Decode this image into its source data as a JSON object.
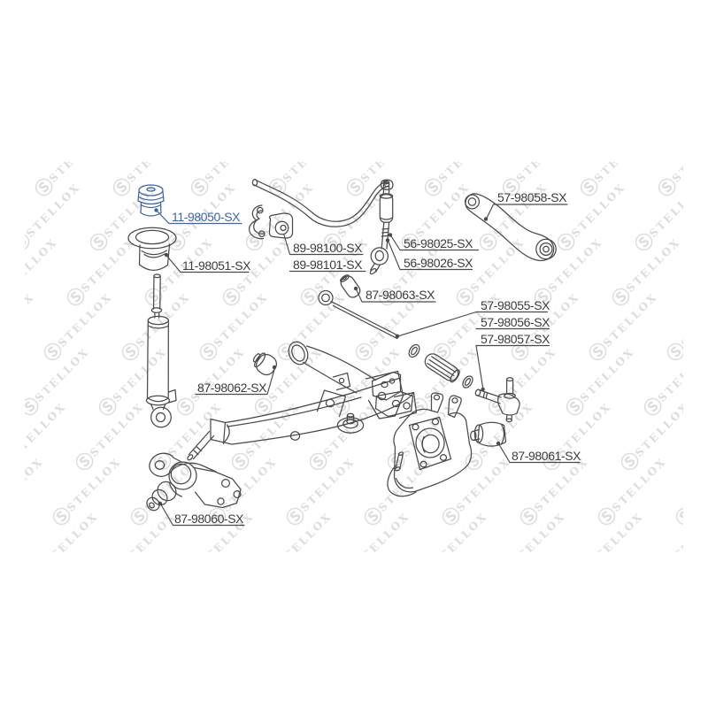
{
  "diagram": {
    "title": "rear-suspension-exploded-diagram",
    "brand": "STELLOX"
  },
  "watermark": {
    "logo": "Ⓢ",
    "text": "STELLOX",
    "color": "#dcdcdc"
  },
  "colors": {
    "accent_blue": "#3e64a8",
    "line_gray": "#4a4a4a",
    "label_gray": "#3c3c3c"
  },
  "parts": [
    {
      "number": "11-98050-SX",
      "highlighted": true
    },
    {
      "number": "11-98051-SX",
      "highlighted": false
    },
    {
      "number": "89-98100-SX",
      "highlighted": false
    },
    {
      "number": "89-98101-SX",
      "highlighted": false
    },
    {
      "number": "56-98025-SX",
      "highlighted": false
    },
    {
      "number": "56-98026-SX",
      "highlighted": false
    },
    {
      "number": "57-98058-SX",
      "highlighted": false
    },
    {
      "number": "87-98063-SX",
      "highlighted": false
    },
    {
      "number": "57-98055-SX",
      "highlighted": false
    },
    {
      "number": "57-98056-SX",
      "highlighted": false
    },
    {
      "number": "57-98057-SX",
      "highlighted": false
    },
    {
      "number": "87-98062-SX",
      "highlighted": false
    },
    {
      "number": "87-98060-SX",
      "highlighted": false
    },
    {
      "number": "87-98061-SX",
      "highlighted": false
    }
  ]
}
